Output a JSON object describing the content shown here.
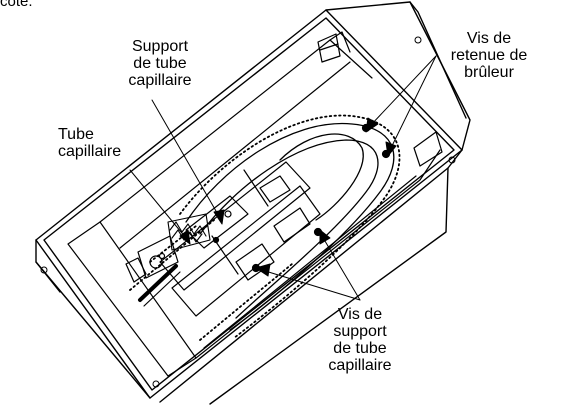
{
  "caption_fragment": "côté.",
  "callouts": {
    "support_tube": "Support\nde tube\ncapillaire",
    "tube": "Tube\ncapillaire",
    "vis_retenue": "Vis de\nretenue de\nbrûleur",
    "vis_support": "Vis de\nsupport\nde tube\ncapillaire"
  }
}
